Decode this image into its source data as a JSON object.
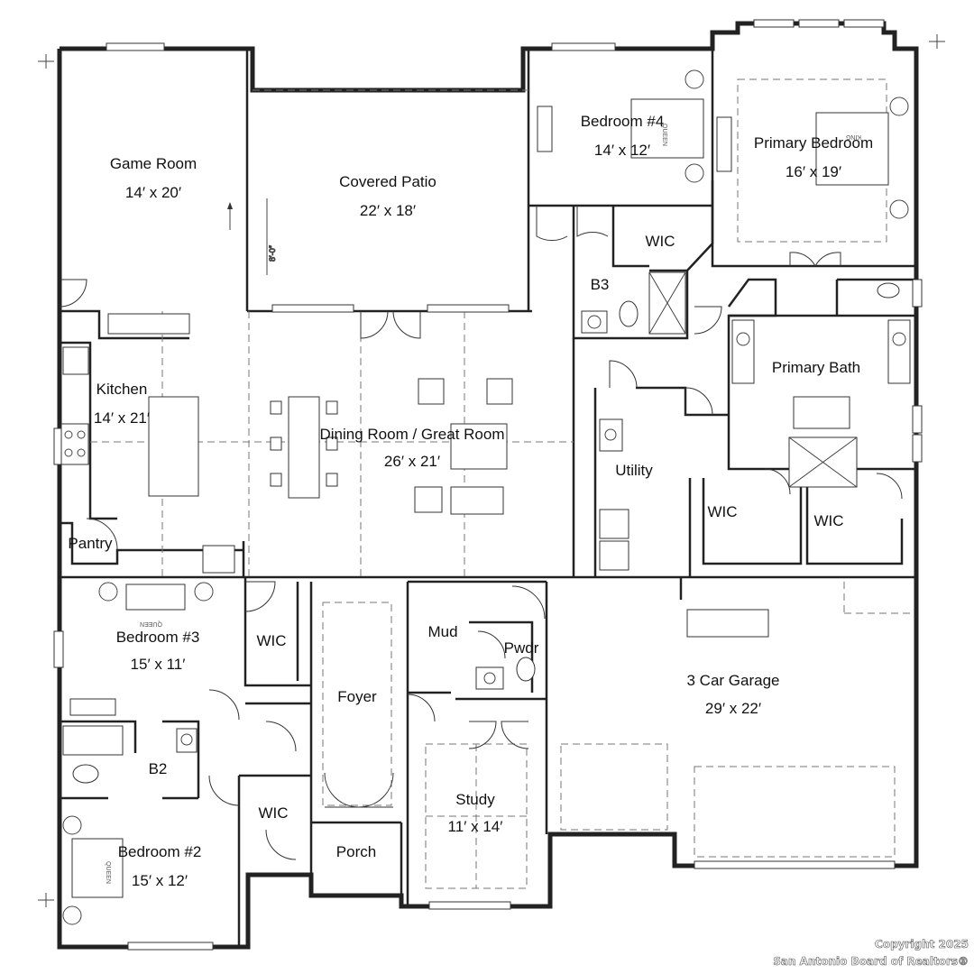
{
  "rooms": {
    "game_room": {
      "name": "Game Room",
      "dims": "14′ x 20′"
    },
    "covered_patio": {
      "name": "Covered Patio",
      "dims": "22′ x 18′"
    },
    "bedroom4": {
      "name": "Bedroom #4",
      "dims": "14′ x 12′"
    },
    "primary_bedroom": {
      "name": "Primary Bedroom",
      "dims": "16′ x 19′"
    },
    "wic_b4": {
      "name": "WIC"
    },
    "b3": {
      "name": "B3"
    },
    "primary_bath": {
      "name": "Primary Bath"
    },
    "kitchen": {
      "name": "Kitchen",
      "dims": "14′ x 21′"
    },
    "dining_great": {
      "name": "Dining Room / Great Room",
      "dims": "26′ x 21′"
    },
    "utility": {
      "name": "Utility"
    },
    "wic_primary_left": {
      "name": "WIC"
    },
    "wic_primary_right": {
      "name": "WIC"
    },
    "pantry": {
      "name": "Pantry"
    },
    "bedroom3": {
      "name": "Bedroom #3",
      "dims": "15′ x 11′"
    },
    "wic_b3": {
      "name": "WIC"
    },
    "foyer": {
      "name": "Foyer"
    },
    "mud": {
      "name": "Mud"
    },
    "pwdr": {
      "name": "Pwdr"
    },
    "garage": {
      "name": "3 Car Garage",
      "dims": "29′ x 22′"
    },
    "b2": {
      "name": "B2"
    },
    "wic_b2": {
      "name": "WIC"
    },
    "study": {
      "name": "Study",
      "dims": "11′ x 14′"
    },
    "porch": {
      "name": "Porch"
    },
    "bedroom2": {
      "name": "Bedroom #2",
      "dims": "15′ x 12′"
    }
  },
  "annotations": {
    "ceiling_height": "8′-0″",
    "bed_queen": "QUEEN",
    "bed_king": "KING"
  },
  "footer": {
    "copyright_line1": "Copyright 2025",
    "copyright_line2": "San Antonio Board of Realtors®"
  }
}
